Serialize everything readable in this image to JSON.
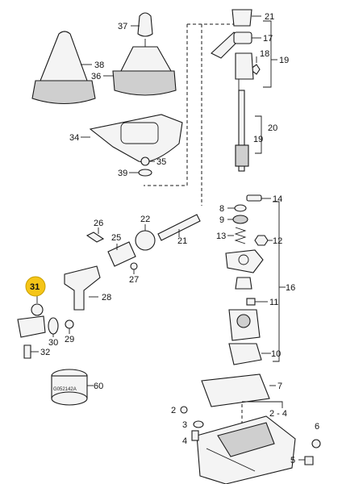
{
  "labels": {
    "l37": "37",
    "l38": "38",
    "l36": "36",
    "l34": "34",
    "l35": "35",
    "l39": "39",
    "l21a": "21",
    "l17": "17",
    "l18": "18",
    "l19a": "19",
    "l20": "20",
    "l19b": "19",
    "l14": "14",
    "l8": "8",
    "l9": "9",
    "l13": "13",
    "l12": "12",
    "l16": "16",
    "l11": "11",
    "l10": "10",
    "l26": "26",
    "l22": "22",
    "l25": "25",
    "l21b": "21",
    "l27": "27",
    "l28": "28",
    "l29": "29",
    "l30": "30",
    "l32": "32",
    "l60": "60",
    "l7": "7",
    "l24": "2 - 4",
    "l2": "2",
    "l3": "3",
    "l4": "4",
    "l6": "6",
    "l5": "5",
    "l31": "31"
  },
  "watermark": "G052142A",
  "highlight_color": "#f5c518"
}
